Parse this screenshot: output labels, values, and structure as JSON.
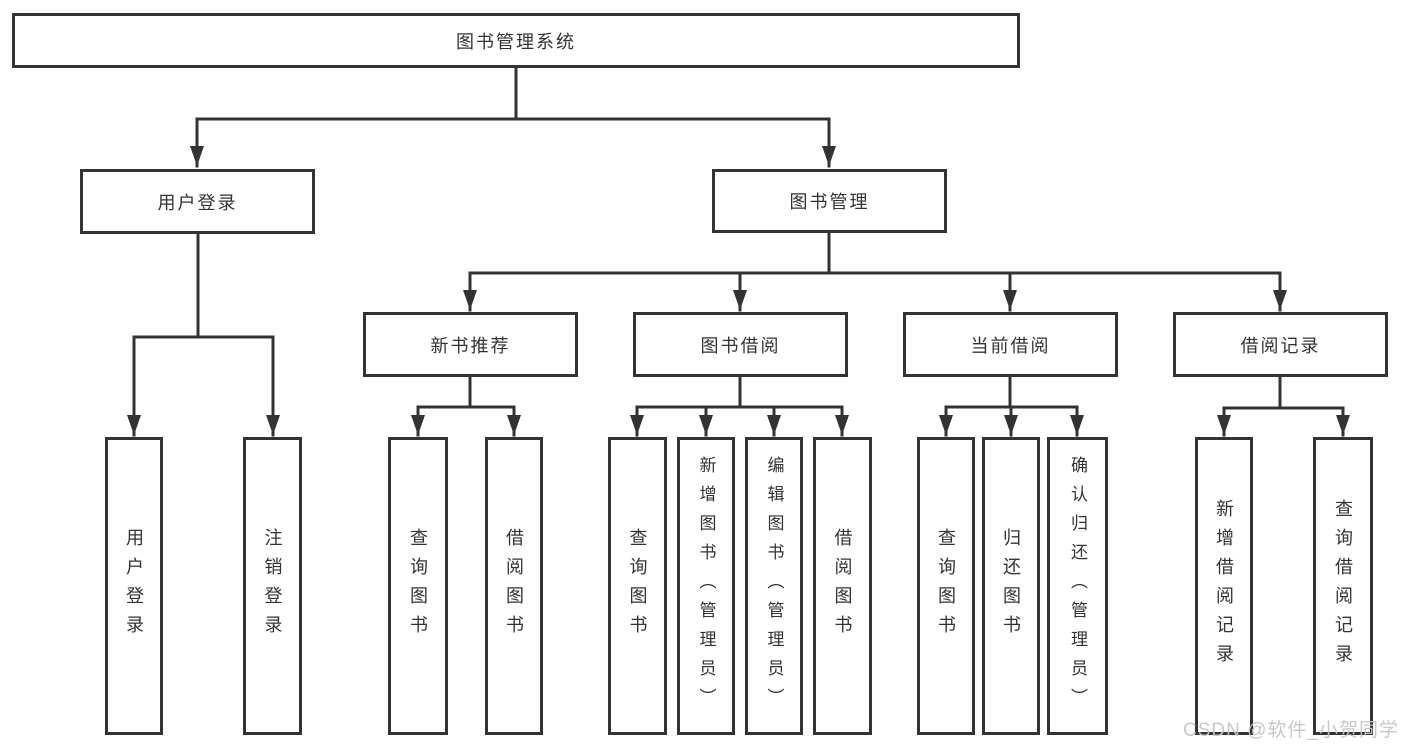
{
  "diagram_type": "functional-structure-tree",
  "colors": {
    "line": "#333333",
    "node_border": "#333333",
    "node_background": "#ffffff",
    "node_text": "#333333",
    "watermark_text": "#c5c5c5"
  },
  "tree": {
    "root": {
      "label": "图书管理系统",
      "children": [
        {
          "label": "用户登录",
          "children": [
            {
              "label": "用户登录"
            },
            {
              "label": "注销登录"
            }
          ]
        },
        {
          "label": "图书管理",
          "children": [
            {
              "label": "新书推荐",
              "children": [
                {
                  "label": "查询图书"
                },
                {
                  "label": "借阅图书"
                }
              ]
            },
            {
              "label": "图书借阅",
              "children": [
                {
                  "label": "查询图书"
                },
                {
                  "label": "新增图书（管理员）"
                },
                {
                  "label": "编辑图书（管理员）"
                },
                {
                  "label": "借阅图书"
                }
              ]
            },
            {
              "label": "当前借阅",
              "children": [
                {
                  "label": "查询图书"
                },
                {
                  "label": "归还图书"
                },
                {
                  "label": "确认归还（管理员）"
                }
              ]
            },
            {
              "label": "借阅记录",
              "children": [
                {
                  "label": "新增借阅记录"
                },
                {
                  "label": "查询借阅记录"
                }
              ]
            }
          ]
        }
      ]
    }
  },
  "edges": [
    [
      "图书管理系统",
      "用户登录"
    ],
    [
      "图书管理系统",
      "图书管理"
    ],
    [
      "用户登录",
      "用户登录(叶)"
    ],
    [
      "用户登录",
      "注销登录"
    ],
    [
      "图书管理",
      "新书推荐"
    ],
    [
      "图书管理",
      "图书借阅"
    ],
    [
      "图书管理",
      "当前借阅"
    ],
    [
      "图书管理",
      "借阅记录"
    ],
    [
      "新书推荐",
      "查询图书"
    ],
    [
      "新书推荐",
      "借阅图书"
    ],
    [
      "图书借阅",
      "查询图书"
    ],
    [
      "图书借阅",
      "新增图书（管理员）"
    ],
    [
      "图书借阅",
      "编辑图书（管理员）"
    ],
    [
      "图书借阅",
      "借阅图书"
    ],
    [
      "当前借阅",
      "查询图书"
    ],
    [
      "当前借阅",
      "归还图书"
    ],
    [
      "当前借阅",
      "确认归还（管理员）"
    ],
    [
      "借阅记录",
      "新增借阅记录"
    ],
    [
      "借阅记录",
      "查询借阅记录"
    ]
  ],
  "watermark": "CSDN @软件_小贺同学"
}
